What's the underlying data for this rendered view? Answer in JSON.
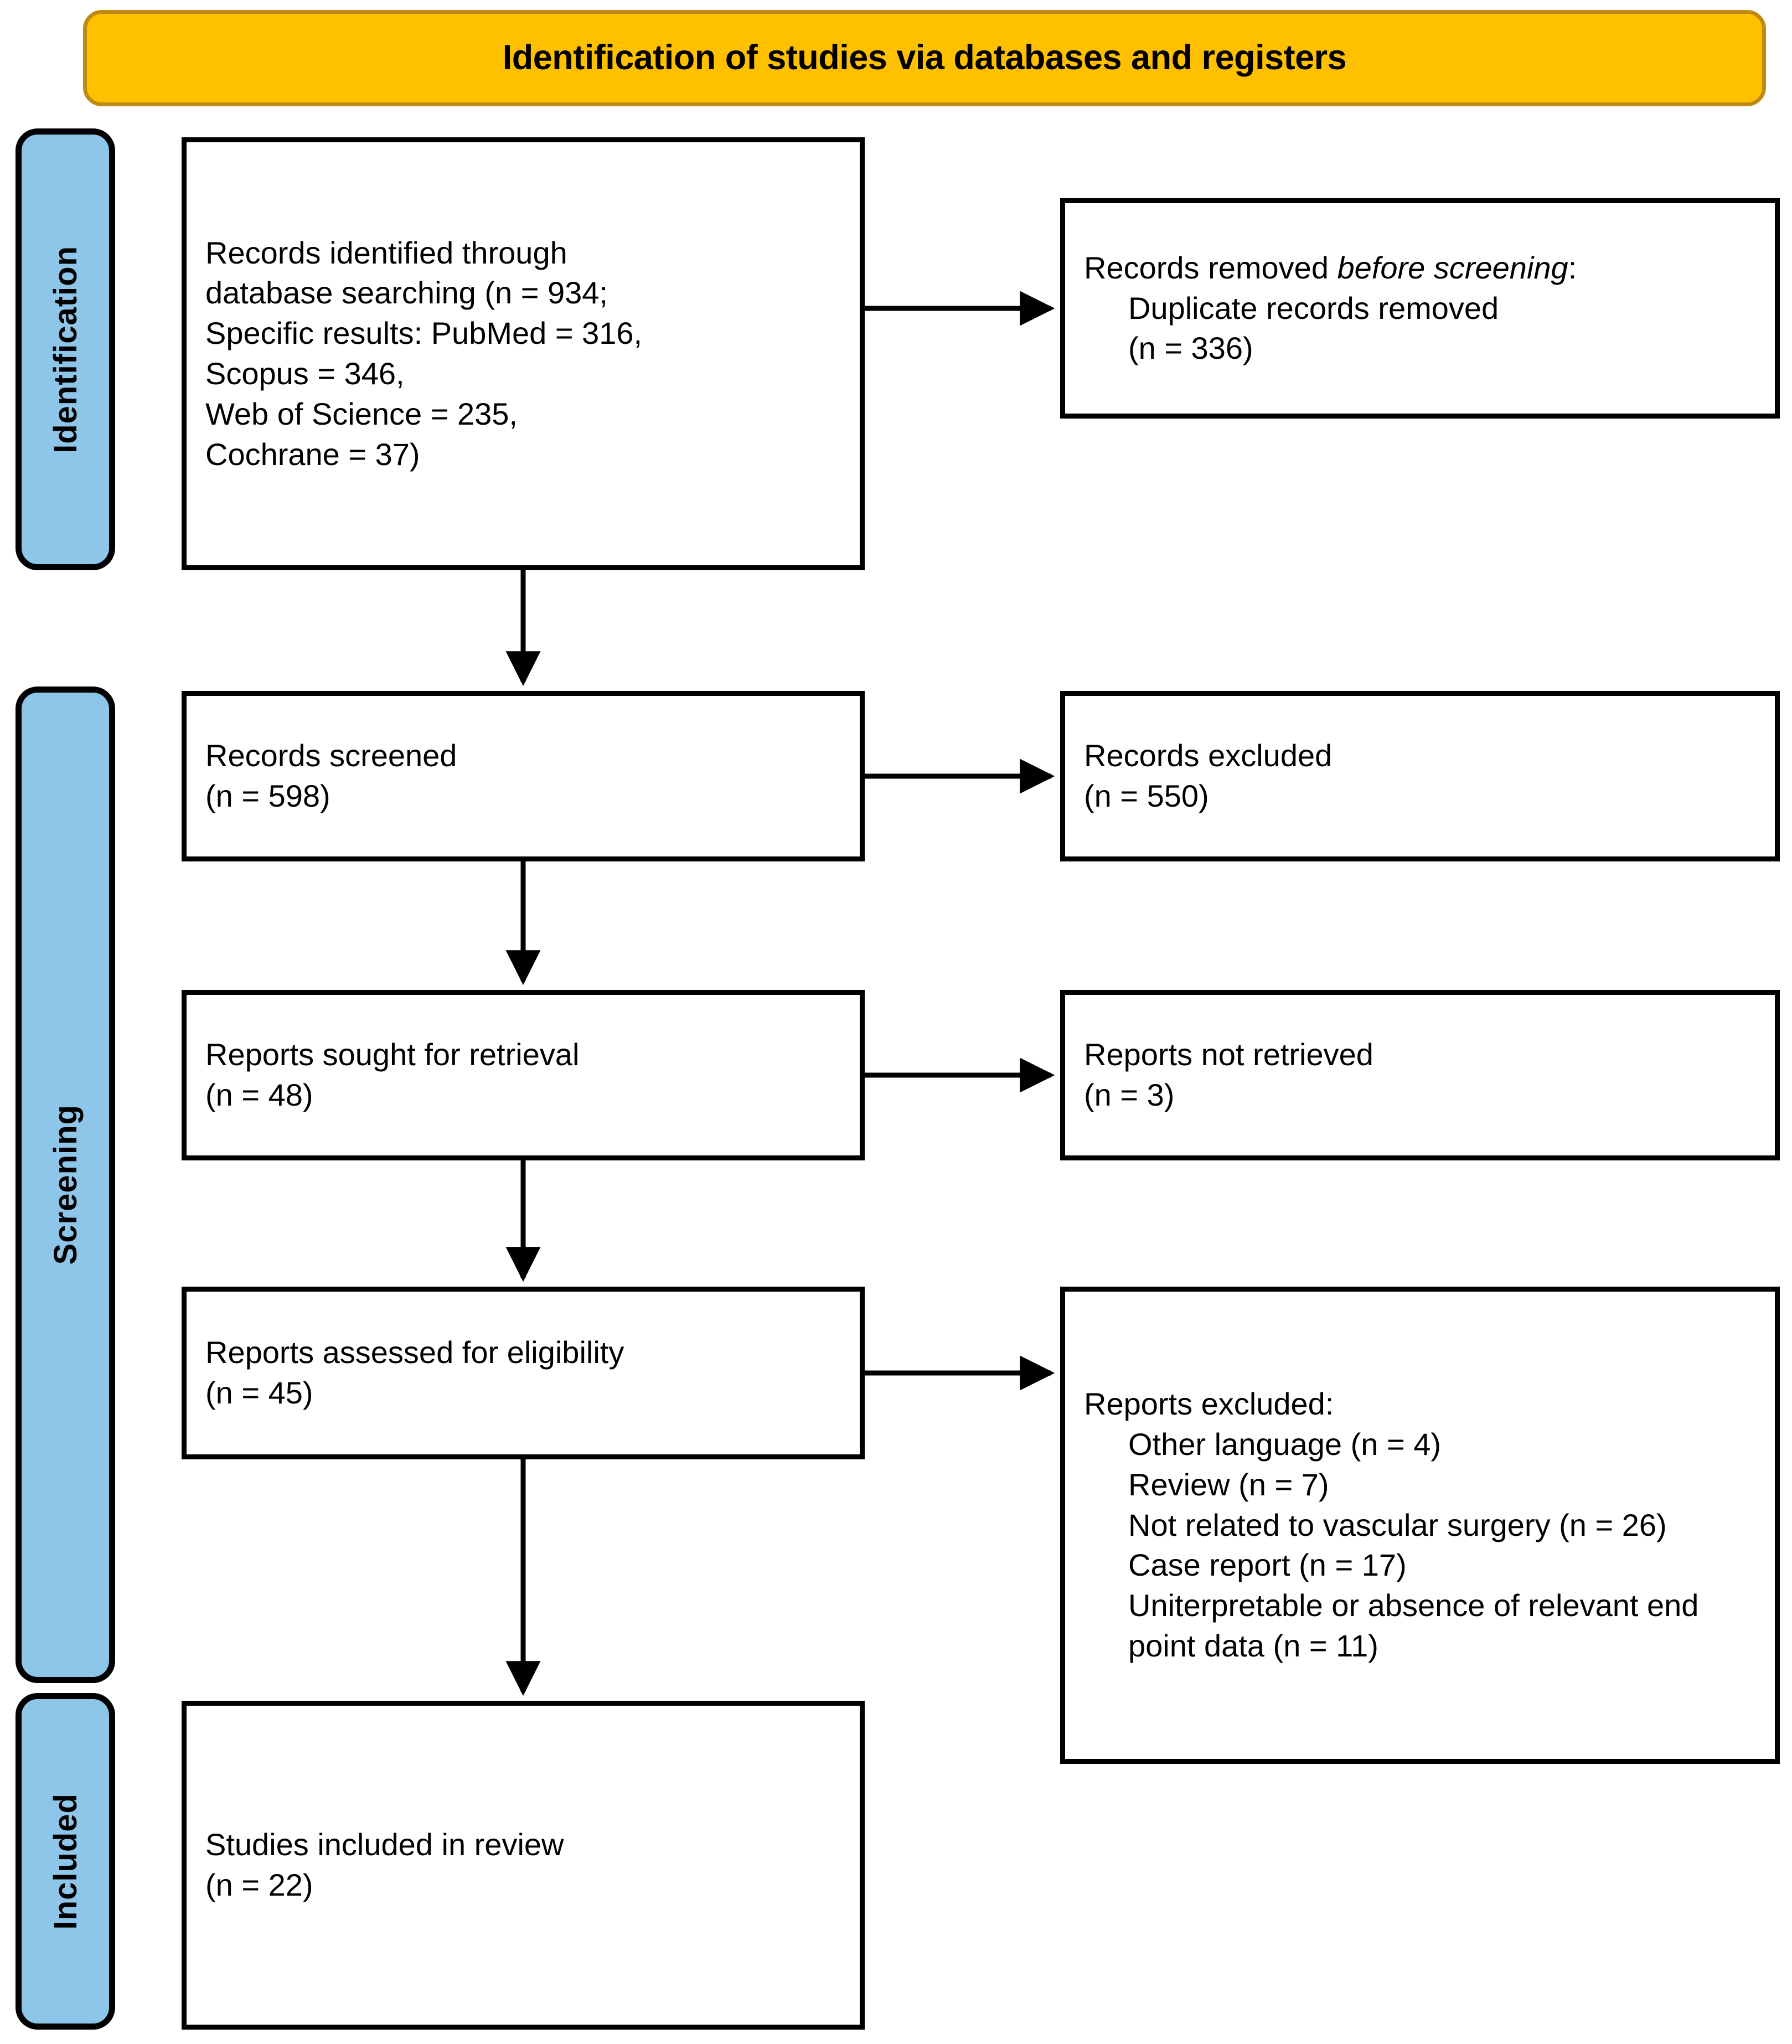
{
  "header": {
    "title": "Identification of studies via databases and registers",
    "fill_color": "#FFC000",
    "border_color": "#C08A12"
  },
  "stages": {
    "fill_color": "#8DC6E8",
    "border_color": "#000000",
    "items": [
      {
        "key": "identification",
        "label": "Identification"
      },
      {
        "key": "screening",
        "label": "Screening"
      },
      {
        "key": "included",
        "label": "Included"
      }
    ]
  },
  "flow": {
    "identified": {
      "lines": [
        "Records identified through",
        "database searching (n = 934;",
        "Specific results: PubMed = 316,",
        "Scopus = 346,",
        "Web of Science = 235,",
        "Cochrane = 37)"
      ],
      "total_n": 934,
      "sources": [
        {
          "name": "PubMed",
          "n": 316
        },
        {
          "name": "Scopus",
          "n": 346
        },
        {
          "name": "Web of Science",
          "n": 235
        },
        {
          "name": "Cochrane",
          "n": 37
        }
      ]
    },
    "removed_before_screening": {
      "heading_plain": "Records removed ",
      "heading_italic": "before screening",
      "heading_colon": ":",
      "detail": "Duplicate records removed",
      "detail_count": "(n = 336)",
      "n": 336
    },
    "records_screened": {
      "label": "Records screened",
      "count": "(n = 598)",
      "n": 598
    },
    "records_excluded": {
      "label": "Records excluded",
      "count": "(n = 550)",
      "n": 550
    },
    "reports_sought": {
      "label": "Reports sought for retrieval",
      "count": "(n = 48)",
      "n": 48
    },
    "reports_not_retrieved": {
      "label": "Reports not retrieved",
      "count": "(n = 3)",
      "n": 3
    },
    "reports_assessed": {
      "label": "Reports assessed for eligibility",
      "count": "(n = 45)",
      "n": 45
    },
    "reports_excluded": {
      "heading": "Reports excluded:",
      "reasons": [
        {
          "text": "Other language (n = 4)",
          "n": 4
        },
        {
          "text": "Review (n = 7)",
          "n": 7
        },
        {
          "text": "Not related to vascular surgery (n = 26)",
          "n": 26
        },
        {
          "text": "Case report (n = 17)",
          "n": 17
        },
        {
          "text": "Uniterpretable or absence of relevant end point data (n = 11)",
          "n": 11
        }
      ]
    },
    "studies_included": {
      "label": "Studies included in review",
      "count": "(n = 22)",
      "n": 22
    }
  }
}
